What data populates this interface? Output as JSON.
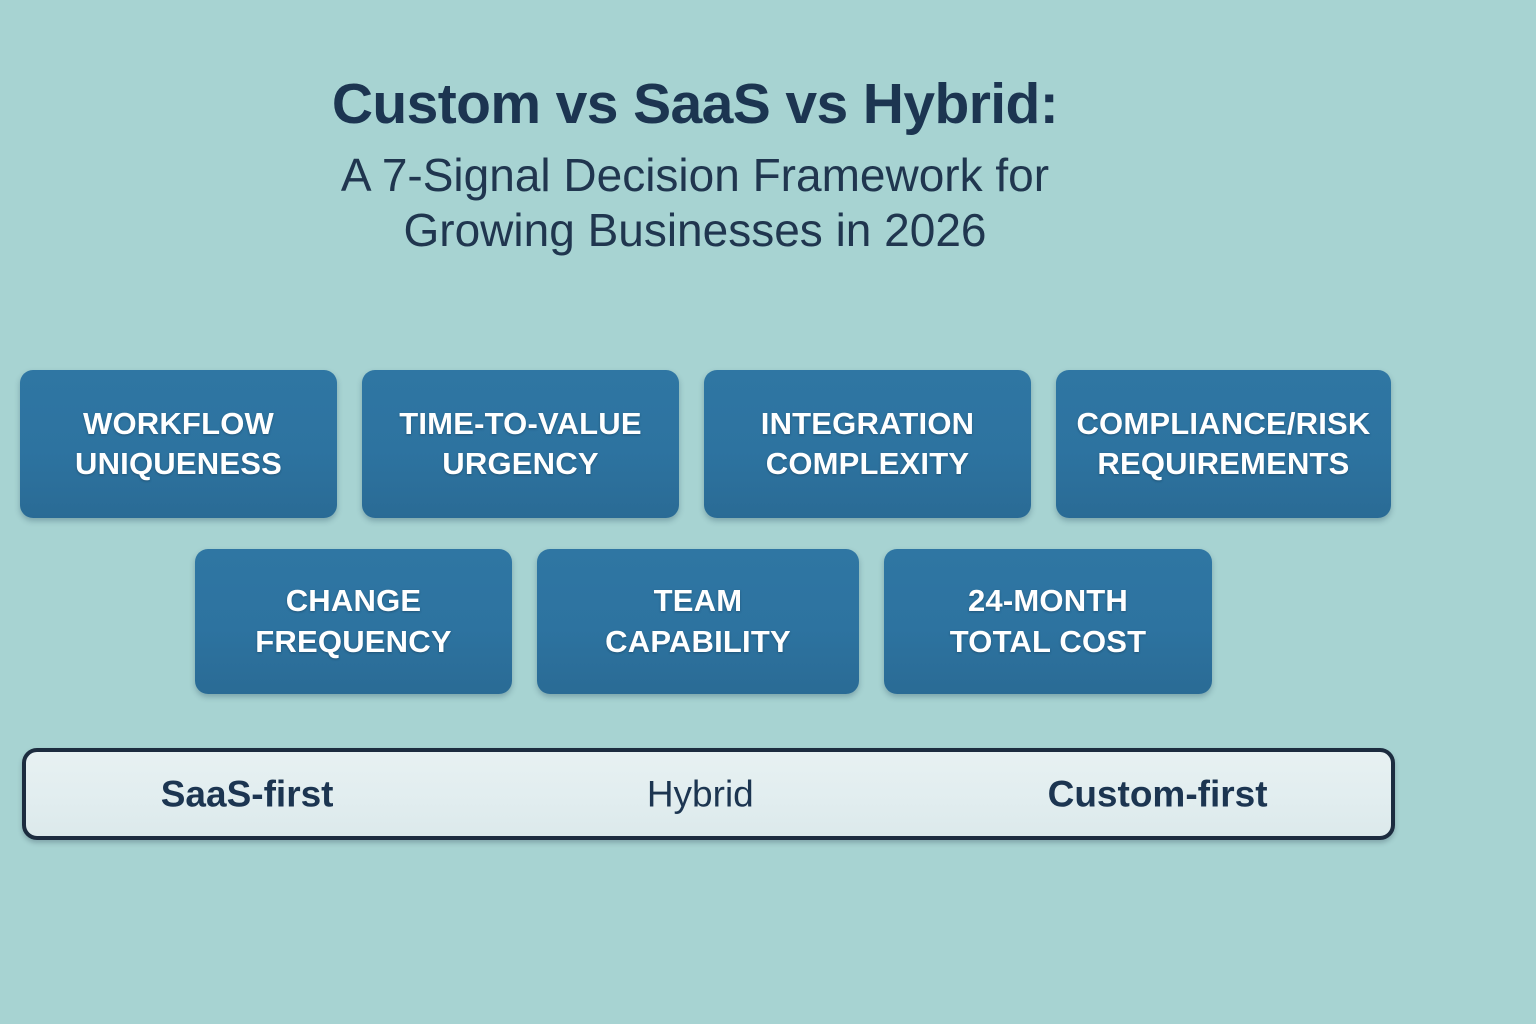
{
  "theme": {
    "background_color": "#a7d3d2",
    "card_color": "#2d73a0",
    "card_text_color": "#ffffff",
    "heading_color": "#1c3551",
    "spectrum_fill_color": "#e2eeef",
    "spectrum_border_color": "#1c2c3f"
  },
  "heading": {
    "title": "Custom vs SaaS vs Hybrid:",
    "subtitle_line_1": "A 7-Signal Decision Framework for",
    "subtitle_line_2": "Growing Businesses in 2026"
  },
  "signals": {
    "row_1": [
      {
        "label": "WORKFLOW\nUNIQUENESS",
        "line_1": "WORKFLOW",
        "line_2": "UNIQUENESS"
      },
      {
        "label": "TIME-TO-VALUE\nURGENCY",
        "line_1": "TIME-TO-VALUE",
        "line_2": "URGENCY"
      },
      {
        "label": "INTEGRATION\nCOMPLEXITY",
        "line_1": "INTEGRATION",
        "line_2": "COMPLEXITY"
      },
      {
        "label": "COMPLIANCE/RISK\nREQUIREMENTS",
        "line_1": "COMPLIANCE/RISK",
        "line_2": "REQUIREMENTS"
      }
    ],
    "row_2": [
      {
        "label": "CHANGE\nFREQUENCY",
        "line_1": "CHANGE",
        "line_2": "FREQUENCY"
      },
      {
        "label": "TEAM\nCAPABILITY",
        "line_1": "TEAM",
        "line_2": "CAPABILITY"
      },
      {
        "label": "24-MONTH\nTOTAL COST",
        "line_1": "24-MONTH",
        "line_2": "TOTAL COST"
      }
    ]
  },
  "spectrum": {
    "start_label": "SaaS-first",
    "mid_label": "Hybrid",
    "end_label": "Custom-first"
  }
}
